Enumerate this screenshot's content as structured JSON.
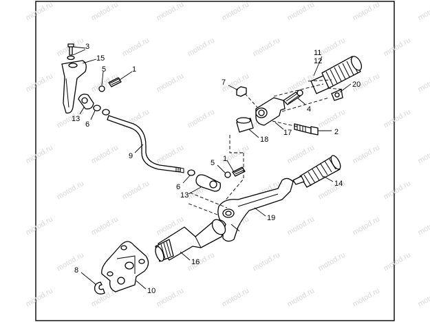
{
  "watermark": "motod.ru",
  "callouts": {
    "c1a": "1",
    "c1b": "1",
    "c2": "2",
    "c3": "3",
    "c4": "4",
    "c5a": "5",
    "c5b": "5",
    "c6a": "6",
    "c6b": "6",
    "c7": "7",
    "c8": "8",
    "c9": "9",
    "c10": "10",
    "c11": "11",
    "c12": "12",
    "c13a": "13",
    "c13b": "13",
    "c14": "14",
    "c15": "15",
    "c16": "16",
    "c17": "17",
    "c18": "18",
    "c19": "19",
    "c20": "20"
  }
}
